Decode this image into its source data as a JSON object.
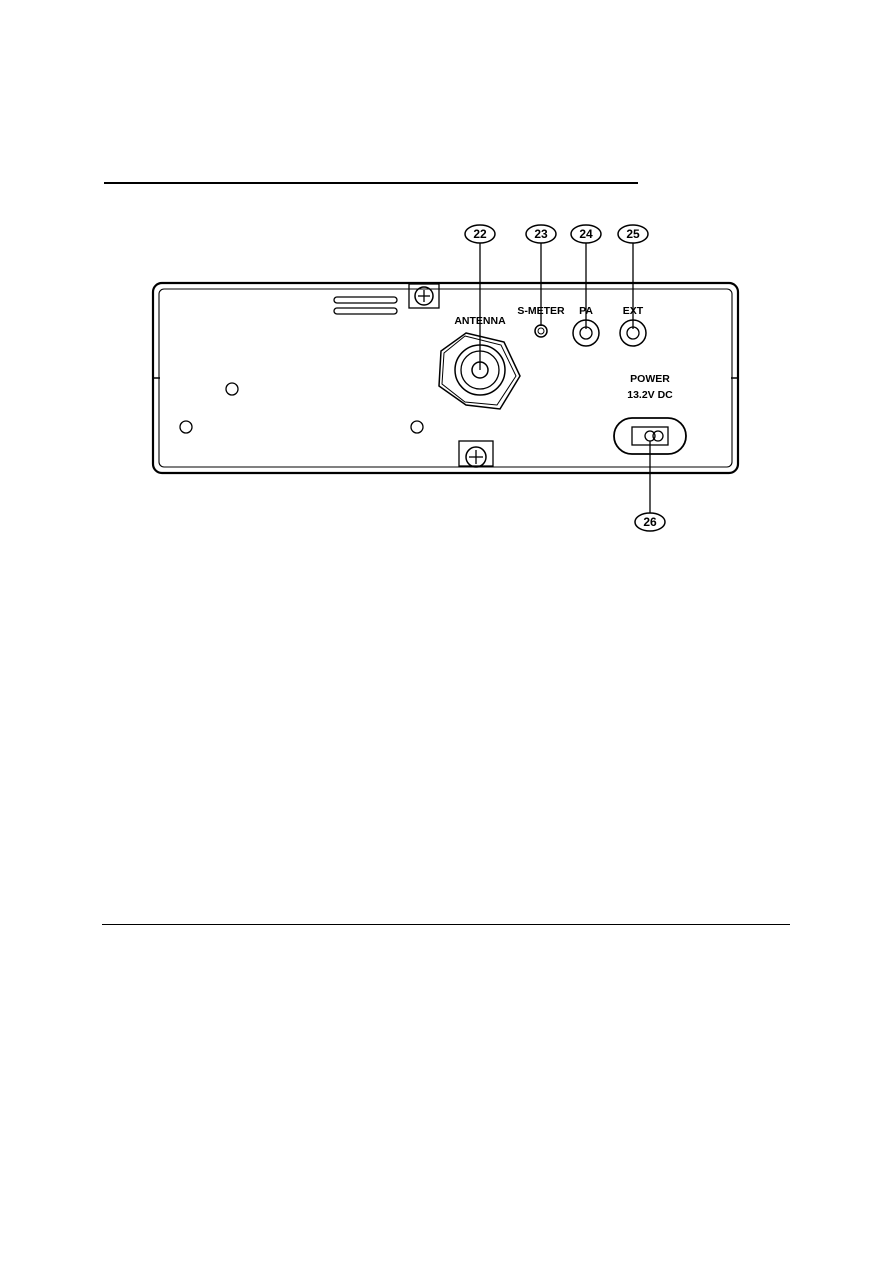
{
  "panel_labels": {
    "antenna": "ANTENNA",
    "s_meter": "S-METER",
    "pa": "PA",
    "ext": "EXT",
    "power_line1": "POWER",
    "power_line2": "13.2V DC"
  },
  "callouts": {
    "antenna": "22",
    "s_meter": "23",
    "pa": "24",
    "ext": "25",
    "power": "26"
  }
}
